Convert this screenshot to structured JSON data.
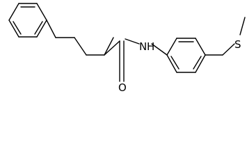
{
  "molecule": {
    "atom_labels": {
      "amide_nitrogen": "N",
      "amide_hydrogen": "H",
      "carbonyl_oxygen": "O",
      "sulfur": "S"
    }
  },
  "colors": {
    "bond": "#000000",
    "background": "#ffffff"
  }
}
